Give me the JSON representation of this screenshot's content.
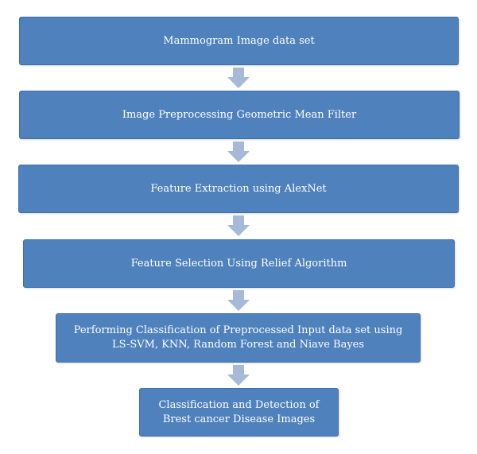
{
  "colors": {
    "box_fill": "#4f81bd",
    "box_border": "#3f6fa8",
    "arrow_fill": "#a6b9d8",
    "text": "#ffffff"
  },
  "steps": [
    {
      "label": "Mammogram Image data set"
    },
    {
      "label": "Image Preprocessing Geometric Mean Filter"
    },
    {
      "label": "Feature Extraction using AlexNet"
    },
    {
      "label": "Feature Selection Using Relief Algorithm"
    },
    {
      "label": "Performing Classification of Preprocessed Input data set using LS-SVM, KNN, Random Forest and Niave Bayes"
    },
    {
      "label": "Classification and Detection of Brest cancer Disease Images"
    }
  ],
  "arrows": [
    {
      "icon": "down-arrow-icon"
    },
    {
      "icon": "down-arrow-icon"
    },
    {
      "icon": "down-arrow-icon"
    },
    {
      "icon": "down-arrow-icon"
    },
    {
      "icon": "down-arrow-icon"
    }
  ]
}
